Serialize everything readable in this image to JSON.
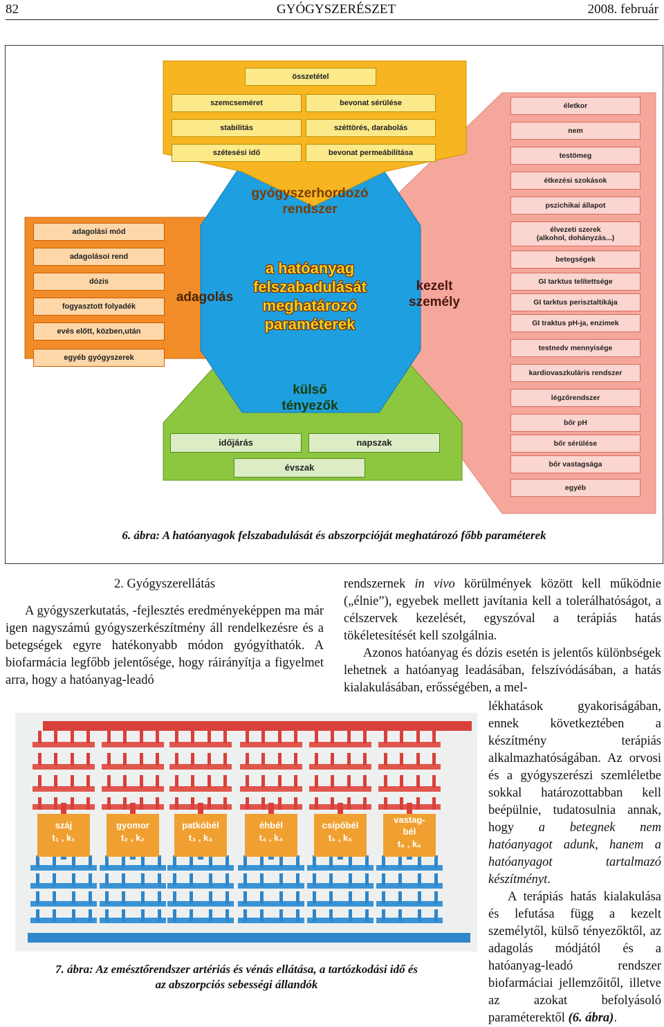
{
  "header": {
    "page_number": "82",
    "journal": "GYÓGYSZERÉSZET",
    "date": "2008. február"
  },
  "fig6": {
    "center": [
      "a hatóanyag",
      "felszabadulását",
      "meghatározó",
      "paraméterek"
    ],
    "top": {
      "label1": "gyógyszerhordozó",
      "label2": "rendszer",
      "title_box": "összetétel",
      "items": [
        "szemcseméret",
        "bevonat sérülése",
        "stabilitás",
        "széttörés, darabolás",
        "szétesési idő",
        "bevonat permeábilitása"
      ]
    },
    "left": {
      "label": "adagolás",
      "items": [
        "adagolási mód",
        "adagolásoi rend",
        "dózis",
        "fogyasztott folyadék",
        "evés előtt, közben,után",
        "egyéb gyógyszerek"
      ]
    },
    "right": {
      "label1": "kezelt",
      "label2": "személy",
      "items": [
        "életkor",
        "nem",
        "testömeg",
        "étkezési szokások",
        "pszichikai állapot",
        "élvezeti szerek\n(alkohol, dohányzás...)",
        "betegségek",
        "GI tarktus telítettsége",
        "GI tarktus perisztaltikája",
        "GI traktus pH-ja, enzimek",
        "testnedv mennyisége",
        "kardiovaszkuláris rendszer",
        "légzőrendszer",
        "bőr pH",
        "bőr sérülése",
        "bőr vastagsága",
        "egyéb"
      ]
    },
    "bottom": {
      "label1": "külső",
      "label2": "tényezők",
      "items": [
        "időjárás",
        "napszak",
        "évszak"
      ]
    },
    "caption": "6. ábra: A hatóanyagok felszabadulását és abszorpcióját meghatározó főbb paraméterek"
  },
  "fig7": {
    "organs": [
      {
        "name": "száj",
        "param": "t₁ , k₁"
      },
      {
        "name": "gyomor",
        "param": "t₂ , k₂"
      },
      {
        "name": "patkóbél",
        "param": "t₃ , k₃"
      },
      {
        "name": "éhbél",
        "param": "t₄ , k₄"
      },
      {
        "name": "csípőbél",
        "param": "t₅ , k₅"
      },
      {
        "name": "vastag-\nbél",
        "param": "t₆ , k₆"
      }
    ],
    "caption_line1": "7. ábra: Az emésztőrendszer artériás és vénás ellátása, a tartózkodási idő és",
    "caption_line2": "az abszorpciós sebességi állandók"
  },
  "text": {
    "heading": "2. Gyógyszerellátás",
    "left_para": "A gyógyszerkutatás, -fejlesztés eredményeképpen ma már igen nagyszámú gyógyszerkészítmény áll rendelkezésre és a betegségek egyre hatékonyabb módon gyógyíthatók. A biofarmácia legfőbb jelentősége, hogy ráirányítja a figyelmet arra, hogy a hatóanyag-leadó",
    "r1_a": "rendszernek ",
    "r1_em": "in vivo",
    "r1_b": " körülmények között kell működnie („élnie”), egyebek mellett javítania kell a tolerálhatóságot, a célszervek kezelését, egyszóval a terápiás hatás tökéletesítését kell szolgálnia.",
    "r2": "Azonos hatóanyag és dózis esetén is jelentős különbségek lehetnek a hatóanyag leadásában, felszívódásában, a hatás kialakulásában, erősségében, a mel-",
    "r3_a": "lékhatások gyakoriságában, ennek következtében a készítmény terápiás alkalmazhatóságában. Az orvosi és a gyógyszerészi szemléletbe sokkal határozottabban kell beépülnie, tudatosulnia annak, hogy ",
    "r3_em": "a betegnek nem hatóanyagot adunk, hanem a hatóanyagot tartalmazó készítményt",
    "r3_b": ".",
    "r4_a": "A terápiás hatás kialakulása és lefutása függ a kezelt személytől, külső tényezőktől, az adagolás módjától és a hatóanyag-leadó rendszer biofarmáciai jellemzőitől, illetve az azokat befolyásoló paraméterektől ",
    "r4_b": "(6. ábra)",
    "r4_c": "."
  }
}
